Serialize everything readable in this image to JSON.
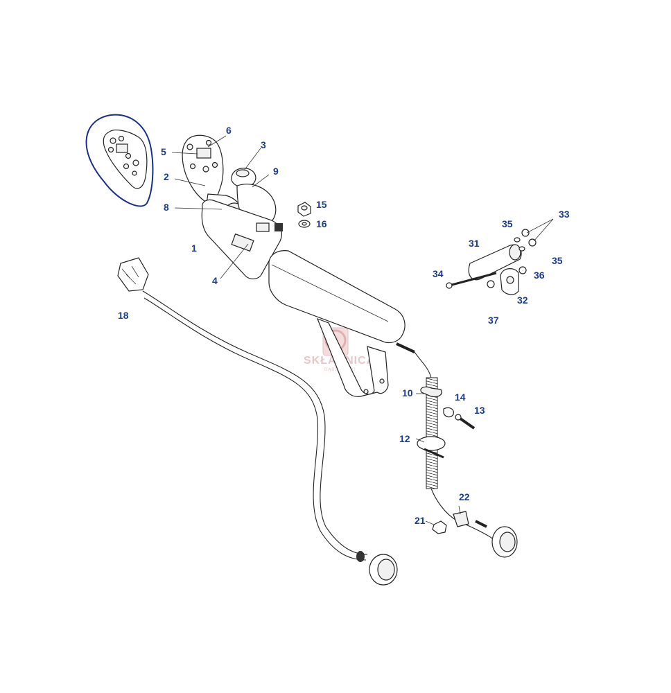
{
  "diagram": {
    "callouts": [
      {
        "id": "c1",
        "text": "1"
      },
      {
        "id": "c2",
        "text": "2"
      },
      {
        "id": "c3",
        "text": "3"
      },
      {
        "id": "c4",
        "text": "4"
      },
      {
        "id": "c5",
        "text": "5"
      },
      {
        "id": "c6",
        "text": "6"
      },
      {
        "id": "c8",
        "text": "8"
      },
      {
        "id": "c9",
        "text": "9"
      },
      {
        "id": "c10",
        "text": "10"
      },
      {
        "id": "c12",
        "text": "12"
      },
      {
        "id": "c13",
        "text": "13"
      },
      {
        "id": "c14",
        "text": "14"
      },
      {
        "id": "c15",
        "text": "15"
      },
      {
        "id": "c16",
        "text": "16"
      },
      {
        "id": "c18",
        "text": "18"
      },
      {
        "id": "c21",
        "text": "21"
      },
      {
        "id": "c22",
        "text": "22"
      },
      {
        "id": "c31",
        "text": "31"
      },
      {
        "id": "c32",
        "text": "32"
      },
      {
        "id": "c33",
        "text": "33"
      },
      {
        "id": "c34",
        "text": "34"
      },
      {
        "id": "c35a",
        "text": "35"
      },
      {
        "id": "c35b",
        "text": "35"
      },
      {
        "id": "c36",
        "text": "36"
      },
      {
        "id": "c37",
        "text": "37"
      }
    ],
    "highlight_color": "#1a2f8a",
    "callout_color": "#1a3d8f"
  },
  "watermark": {
    "logo_letter": "S",
    "name": "SKŁADNICA",
    "sub": "DĄBROWSKI"
  }
}
